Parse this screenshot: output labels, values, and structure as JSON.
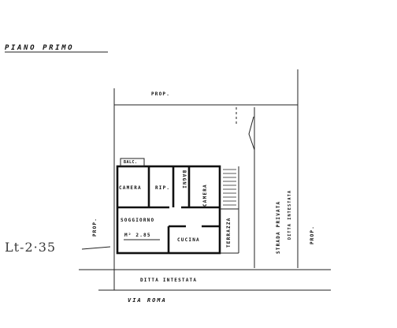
{
  "title": "PIANO PRIMO",
  "labels": {
    "prop_top": "PROP.",
    "prop_left": "PROP.",
    "prop_right": "PROP.",
    "strada_privata": "STRADA PRIVATA",
    "ditta_intestata_side": "DITTA INTESTATA",
    "ditta_intestata_bottom": "DITTA INTESTATA",
    "via_roma": "VIA ROMA",
    "handwritten_note": "Lt-2·35"
  },
  "rooms": {
    "balcony": "BALC.",
    "camera_1": "CAMERA",
    "rip": "RIP.",
    "bagni": "BAGNI",
    "camera_2": "CAMERA",
    "soggiorno": "SOGGIORNO",
    "area": "M² 2.85",
    "cucina": "CUCINA",
    "terrazza": "TERRAZZA"
  },
  "colors": {
    "ink": "#111111",
    "paper": "#ffffff"
  }
}
